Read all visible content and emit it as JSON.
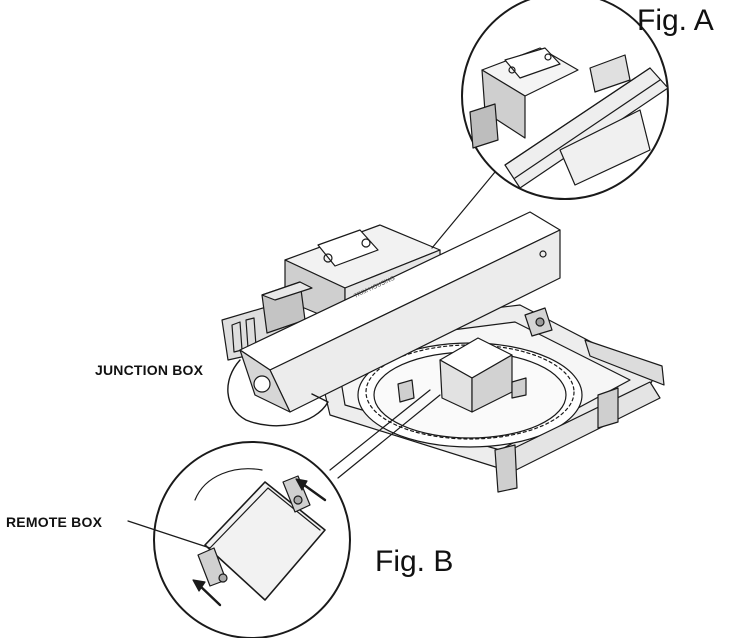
{
  "labels": {
    "fig_a": "Fig. A",
    "fig_b": "Fig. B",
    "junction_box": "JUNCTION BOX",
    "remote_box": "REMOTE BOX",
    "rail_text": "TRIM HOUSING"
  },
  "colors": {
    "line": "#1a1a1a",
    "fill_light": "#ffffff",
    "fill_shade": "#d9d9d9",
    "fill_mid": "#bdbdbd",
    "fill_dark": "#8c8c8c"
  }
}
